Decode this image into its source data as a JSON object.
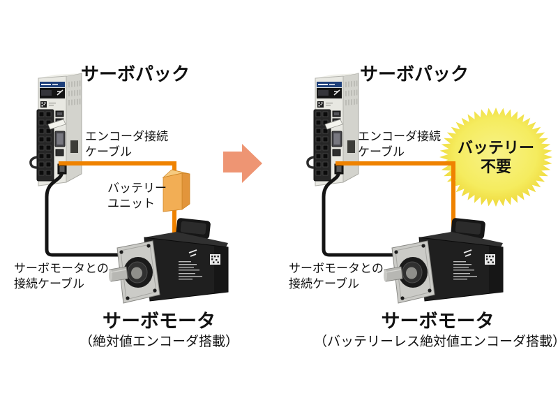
{
  "diagram": {
    "left": {
      "servopack_title": "サーボパック",
      "encoder_cable_label": [
        "エンコーダ接続",
        "ケーブル"
      ],
      "battery_unit_label": [
        "バッテリー",
        "ユニット"
      ],
      "motor_cable_label": [
        "サーボモータとの",
        "接続ケーブル"
      ],
      "motor_title": "サーボモータ",
      "motor_subtitle": "（絶対値エンコーダ搭載）"
    },
    "right": {
      "servopack_title": "サーボパック",
      "encoder_cable_label": [
        "エンコーダ接続",
        "ケーブル"
      ],
      "badge": [
        "バッテリー",
        "不要"
      ],
      "motor_cable_label": [
        "サーボモータとの",
        "接続ケーブル"
      ],
      "motor_title": "サーボモータ",
      "motor_subtitle": "（バッテリーレス絶対値エンコーダ搭載）"
    },
    "colors": {
      "cable_orange": "#ef8200",
      "cable_black": "#141414",
      "arrow_salmon": "#ee9573",
      "battery_front": "#f2ae55",
      "battery_top": "#f6cb80",
      "battery_side": "#e2953b",
      "starburst_yellow": "#f5ec5f",
      "text": "#111111"
    }
  }
}
